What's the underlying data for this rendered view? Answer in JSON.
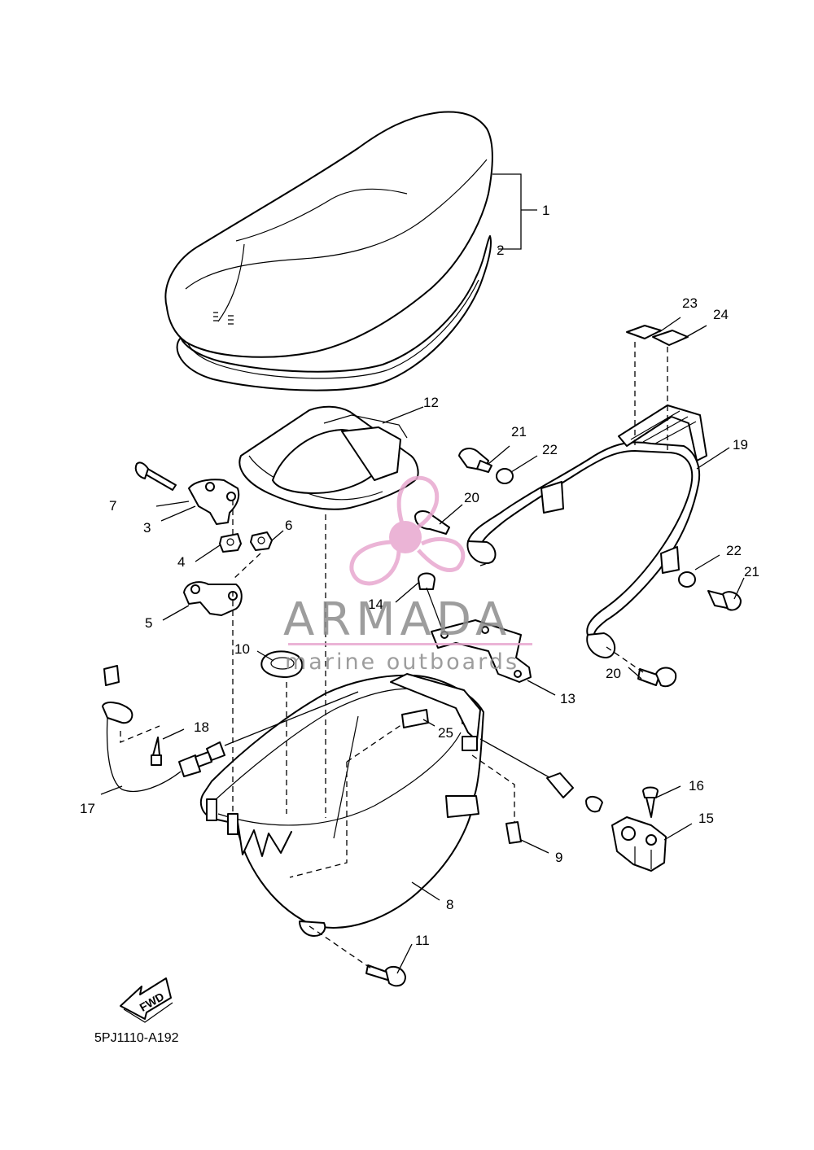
{
  "callouts": {
    "c1": "1",
    "c2": "2",
    "c3": "3",
    "c4": "4",
    "c5": "5",
    "c6": "6",
    "c7": "7",
    "c8": "8",
    "c9": "9",
    "c10": "10",
    "c11": "11",
    "c12": "12",
    "c13": "13",
    "c14": "14",
    "c15": "15",
    "c16": "16",
    "c17": "17",
    "c18": "18",
    "c19": "19",
    "c20a": "20",
    "c20b": "20",
    "c21a": "21",
    "c21b": "21",
    "c22a": "22",
    "c22b": "22",
    "c23": "23",
    "c24": "24",
    "c25": "25"
  },
  "diagram_code": "5PJ1110-A192",
  "fwd_label": "FWD",
  "watermark": {
    "brand": "ARMADA",
    "tagline": "marine outboards",
    "color": "#e8a8cf",
    "text_color": "#8c8c8c"
  }
}
